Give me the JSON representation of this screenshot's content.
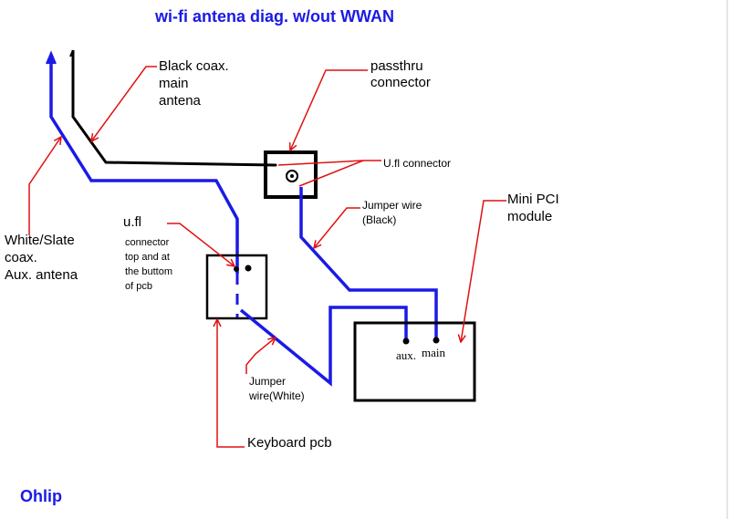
{
  "title": "wi-fi antena diag. w/out WWAN",
  "signature": "Ohlip",
  "labels": {
    "black_coax": [
      "Black coax.",
      "main",
      "antena"
    ],
    "passthru": [
      "passthru",
      "connector"
    ],
    "ufl_connector": "U.fl connector",
    "jumper_black": [
      "Jumper wire",
      "(Black)"
    ],
    "mini_pci": [
      "Mini PCI",
      "module"
    ],
    "white_coax": [
      "White/Slate",
      "coax.",
      "Aux. antena"
    ],
    "ufl": "u.fl",
    "ufl_note": [
      "connector",
      "top and at",
      "the buttom",
      "of pcb"
    ],
    "jumper_white": [
      "Jumper",
      "wire(White)"
    ],
    "keyboard_pcb": "Keyboard pcb",
    "aux": "aux.",
    "main": "main"
  },
  "colors": {
    "blue_wire": "#1a1ae6",
    "black_wire": "#000000",
    "callout": "#e01010",
    "title": "#1a1ae6"
  }
}
